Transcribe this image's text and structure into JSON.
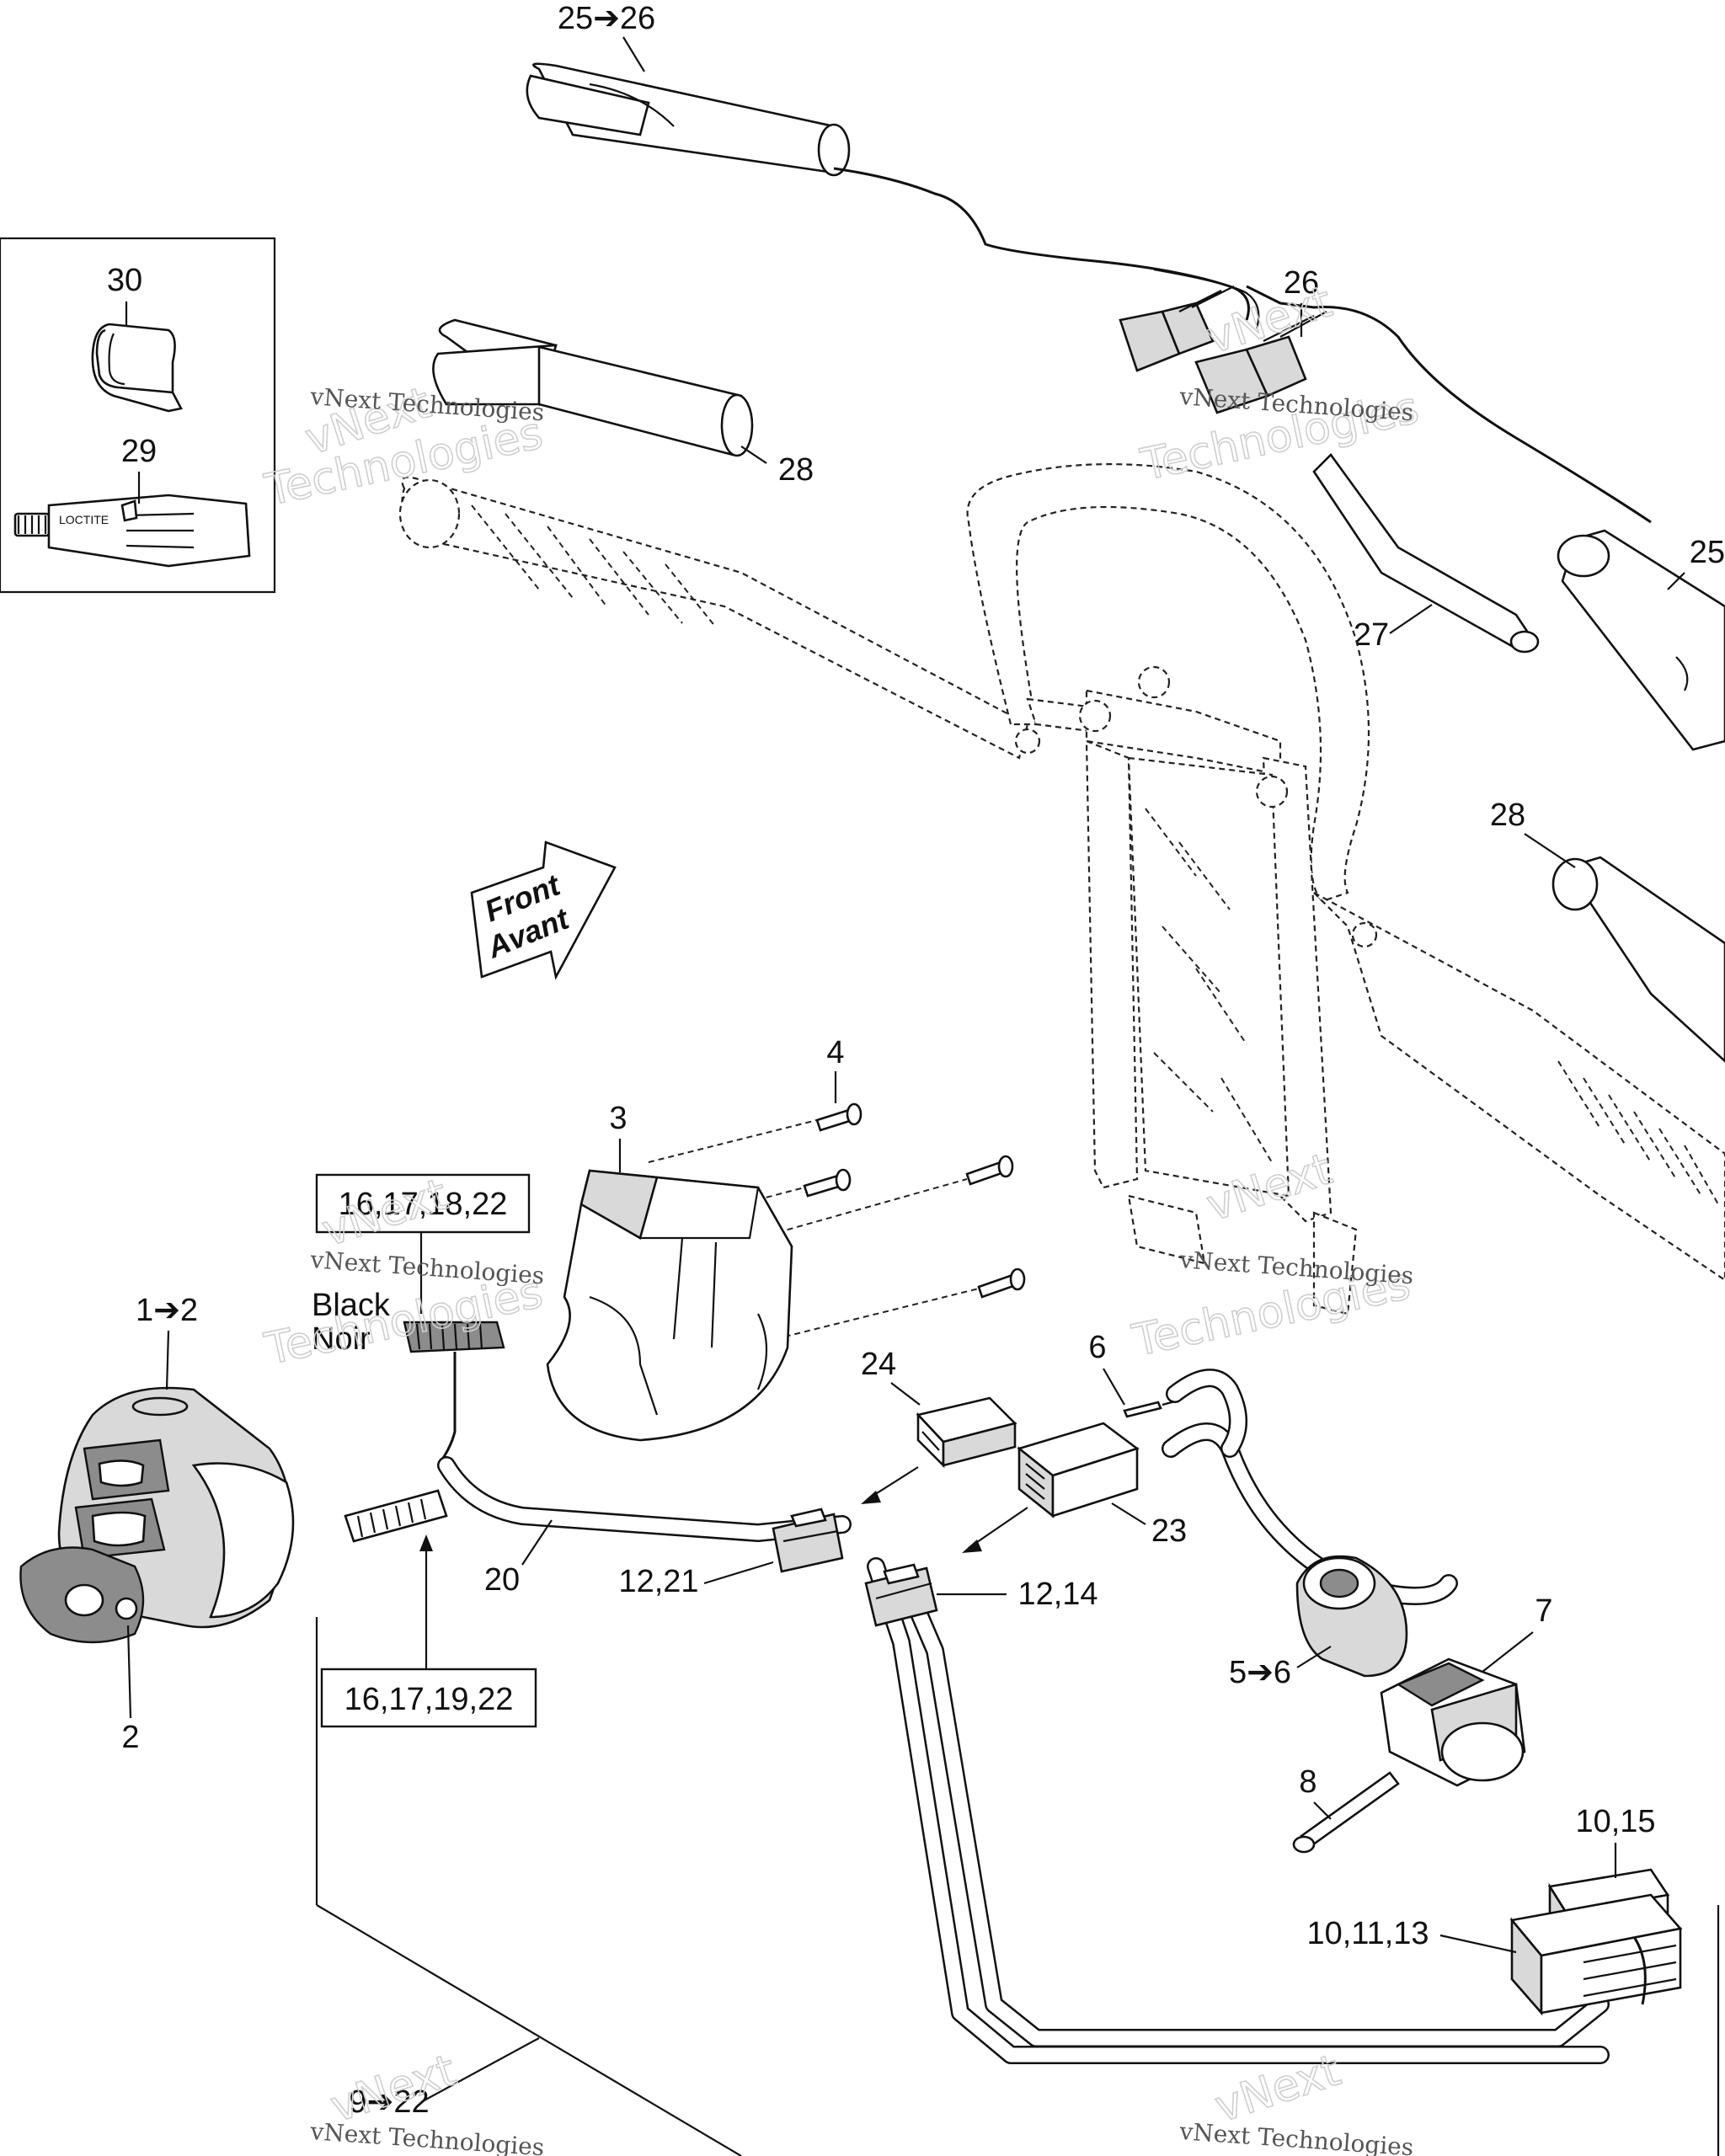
{
  "callouts": {
    "c25_26": "25➔26",
    "c26": "26",
    "c25": "25",
    "c27": "27",
    "c28a": "28",
    "c28b": "28",
    "c30": "30",
    "c29": "29",
    "c4": "4",
    "c3": "3",
    "c1_2": "1➔2",
    "c2": "2",
    "c6": "6",
    "c24": "24",
    "c23": "23",
    "c20": "20",
    "c12_21": "12,21",
    "c12_14": "12,14",
    "c7": "7",
    "c5_6": "5➔6",
    "c8": "8",
    "c10_15": "10,15",
    "c10_11_13": "10,11,13",
    "c9_22": "9➔22"
  },
  "boxed_labels": {
    "top": "16,17,18,22",
    "bottom": "16,17,19,22"
  },
  "wire_color": {
    "en": "Black",
    "fr": "Noir"
  },
  "direction_arrow": {
    "en": "Front",
    "fr": "Avant"
  },
  "watermark": {
    "company": "vNext Technologies",
    "part1": "vNext",
    "part2": "Technologies"
  }
}
